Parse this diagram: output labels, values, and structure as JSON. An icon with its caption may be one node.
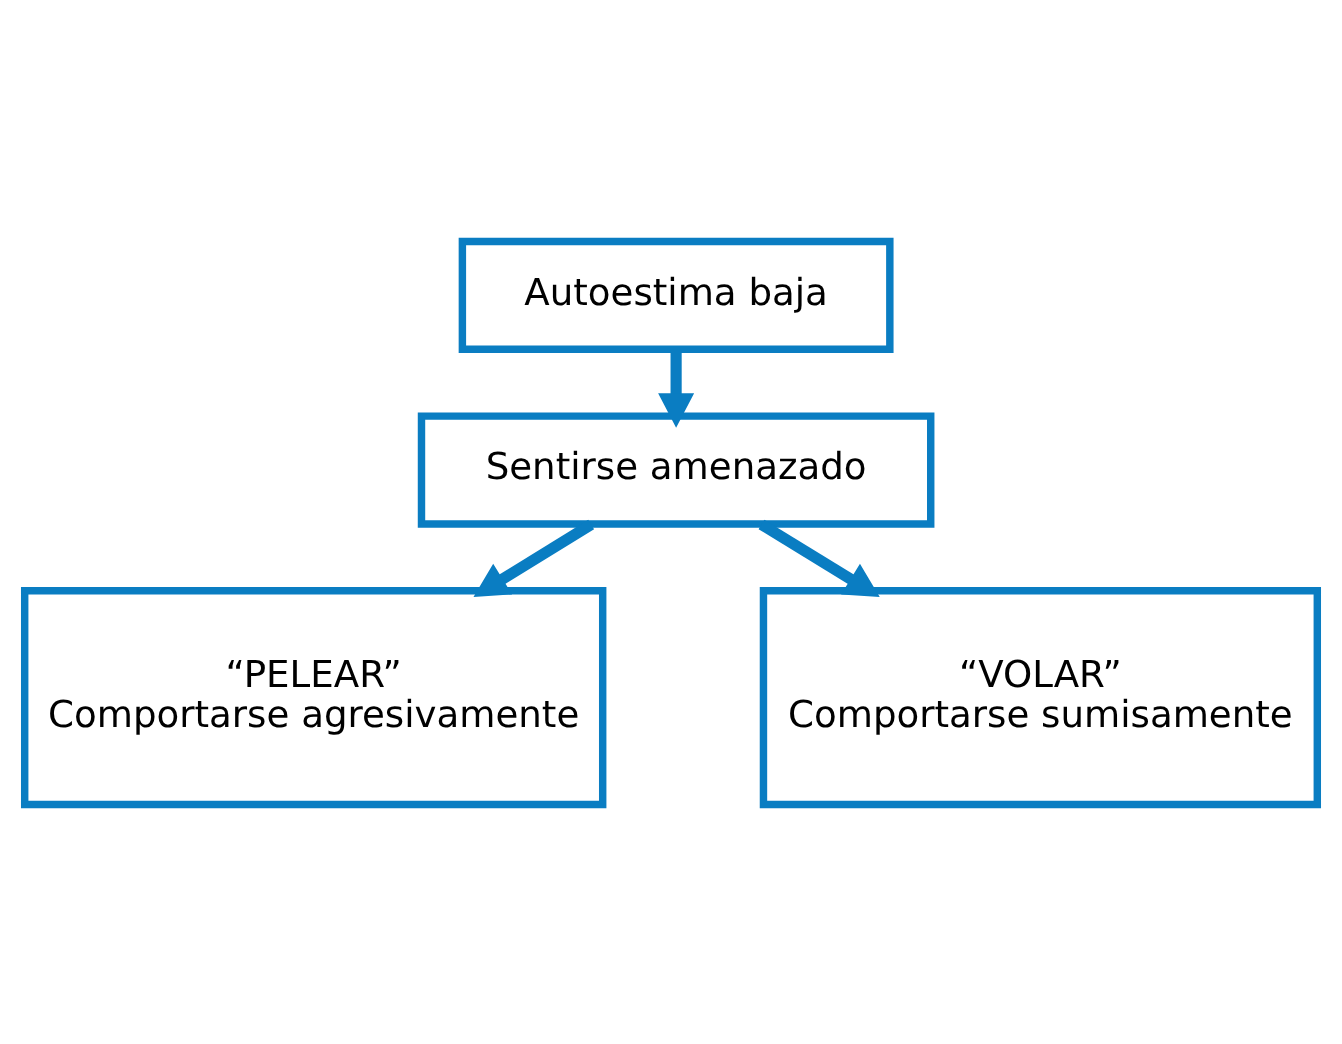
{
  "diagram": {
    "nodes": [
      {
        "text": [
          "Autoestima baja"
        ]
      },
      {
        "text": [
          "Sentirse amenazado"
        ]
      },
      {
        "text": [
          "“PELEAR”",
          "Comportarse agresivamente"
        ]
      },
      {
        "text": [
          "“VOLAR”",
          "Comportarse sumisamente"
        ]
      }
    ],
    "edges": [
      {
        "from": 0,
        "to": 1,
        "arrow": "to"
      },
      {
        "from": 1,
        "to": 2,
        "arrow": "to"
      },
      {
        "from": 1,
        "to": 3,
        "arrow": "to"
      }
    ]
  }
}
